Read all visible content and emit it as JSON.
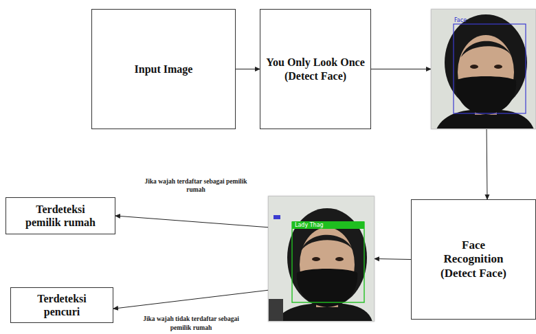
{
  "diagram": {
    "nodes": [
      {
        "text": [
          "Input Image"
        ]
      },
      {
        "text": [
          "You Only Look Once (Detect Face)"
        ]
      },
      {
        "text": [
          "Face"
        ]
      },
      {
        "text": [
          "Face Recognition (Detect Face)"
        ]
      },
      {
        "text": [
          "Lady Thag"
        ]
      },
      {
        "text": [
          "Terdeteksi pemilik rumah"
        ]
      },
      {
        "text": [
          "Terdeteksi pencuri"
        ]
      }
    ],
    "edges": [
      {
        "from": 0,
        "to": 1,
        "arrow": "to"
      },
      {
        "from": 1,
        "to": 2,
        "arrow": "to"
      },
      {
        "from": 2,
        "to": 3,
        "arrow": "to"
      },
      {
        "from": 3,
        "to": 4,
        "arrow": "to"
      },
      {
        "from": 4,
        "to": 5,
        "label": "Jika wajah terdaftar sebagai pemilik rumah",
        "arrow": "to"
      },
      {
        "from": 4,
        "to": 6,
        "label": "Jika wajah tidak terdaftar sebagai pemilik rumah",
        "arrow": "to"
      }
    ]
  }
}
